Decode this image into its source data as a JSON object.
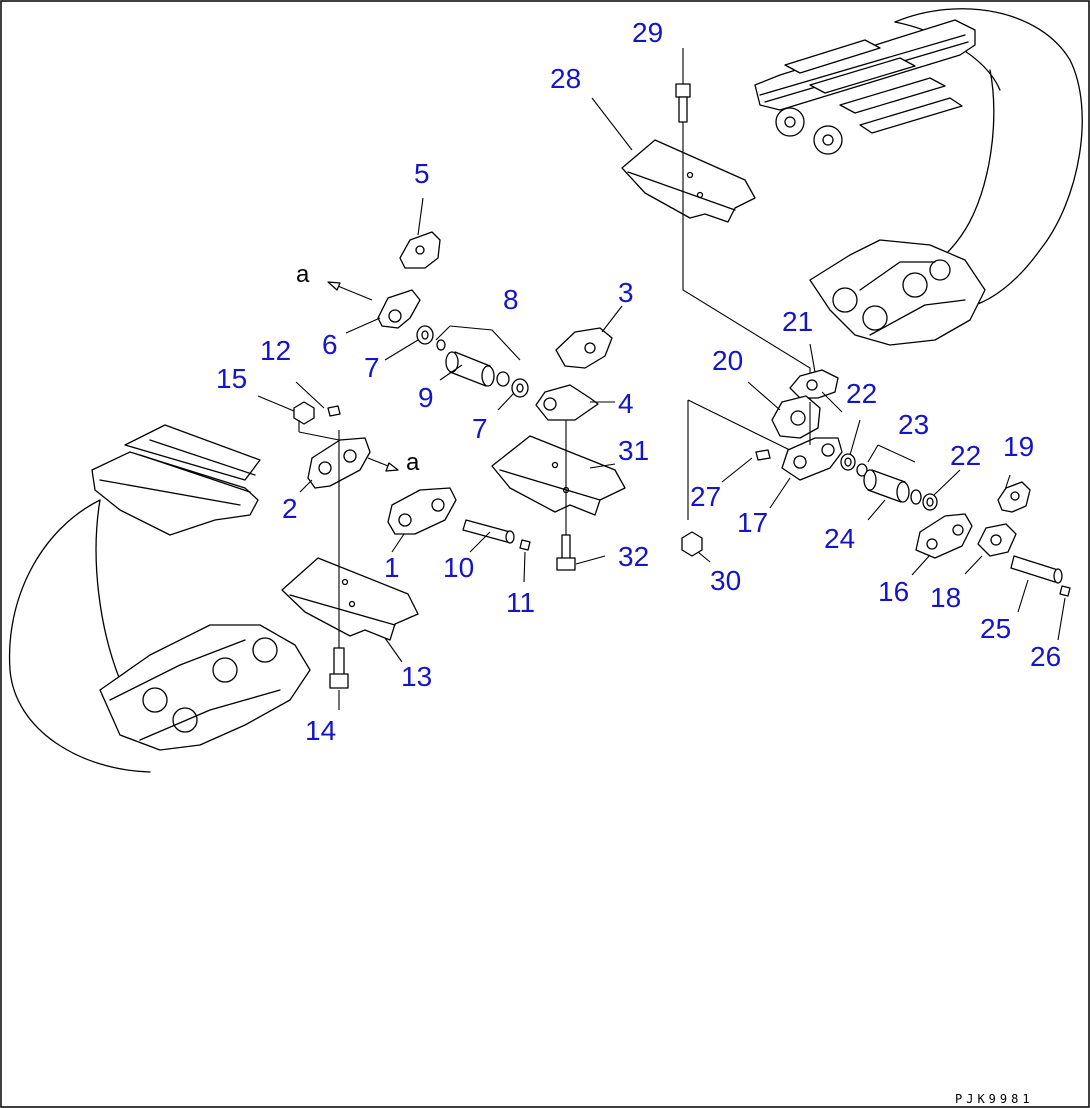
{
  "drawing_code": "PJK9981",
  "view_markers": [
    "a",
    "a"
  ],
  "callouts": [
    {
      "label": "1"
    },
    {
      "label": "2"
    },
    {
      "label": "3"
    },
    {
      "label": "4"
    },
    {
      "label": "5"
    },
    {
      "label": "6"
    },
    {
      "label": "7"
    },
    {
      "label": "7"
    },
    {
      "label": "8"
    },
    {
      "label": "9"
    },
    {
      "label": "10"
    },
    {
      "label": "11"
    },
    {
      "label": "12"
    },
    {
      "label": "13"
    },
    {
      "label": "14"
    },
    {
      "label": "15"
    },
    {
      "label": "16"
    },
    {
      "label": "17"
    },
    {
      "label": "18"
    },
    {
      "label": "19"
    },
    {
      "label": "20"
    },
    {
      "label": "21"
    },
    {
      "label": "22"
    },
    {
      "label": "22"
    },
    {
      "label": "23"
    },
    {
      "label": "24"
    },
    {
      "label": "25"
    },
    {
      "label": "26"
    },
    {
      "label": "27"
    },
    {
      "label": "28"
    },
    {
      "label": "29"
    },
    {
      "label": "30"
    },
    {
      "label": "31"
    },
    {
      "label": "32"
    }
  ],
  "colors": {
    "callout": "#1515c8",
    "line": "#000000",
    "background": "#ffffff"
  }
}
